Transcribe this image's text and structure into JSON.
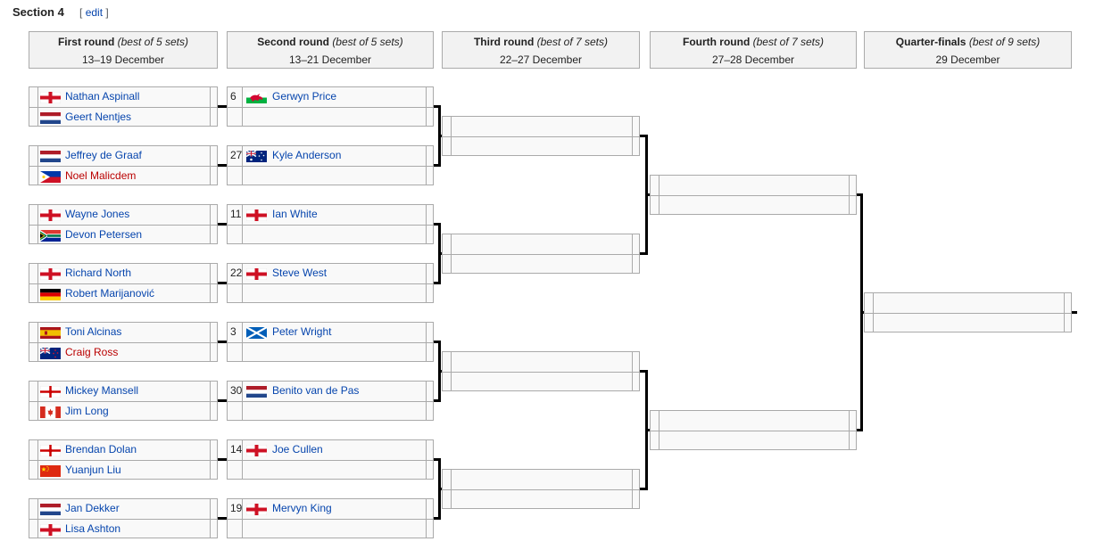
{
  "section": {
    "title": "Section 4",
    "edit_open": "[",
    "edit_label": "edit",
    "edit_close": "]"
  },
  "rounds": [
    {
      "name": "First round",
      "sets": "(best of 5 sets)",
      "dates": "13–19 December"
    },
    {
      "name": "Second round",
      "sets": "(best of 5 sets)",
      "dates": "13–21 December"
    },
    {
      "name": "Third round",
      "sets": "(best of 7 sets)",
      "dates": "22–27 December"
    },
    {
      "name": "Fourth round",
      "sets": "(best of 7 sets)",
      "dates": "27–28 December"
    },
    {
      "name": "Quarter-finals",
      "sets": "(best of 9 sets)",
      "dates": "29 December"
    }
  ],
  "first_round": [
    {
      "p1": {
        "name": "Nathan Aspinall",
        "flag": "england-flag",
        "link": "blue"
      },
      "p2": {
        "name": "Geert Nentjes",
        "flag": "netherlands-flag",
        "link": "blue"
      }
    },
    {
      "p1": {
        "name": "Jeffrey de Graaf",
        "flag": "netherlands-flag",
        "link": "blue"
      },
      "p2": {
        "name": "Noel Malicdem",
        "flag": "philippines-flag",
        "link": "red"
      }
    },
    {
      "p1": {
        "name": "Wayne Jones",
        "flag": "england-flag",
        "link": "blue"
      },
      "p2": {
        "name": "Devon Petersen",
        "flag": "south-africa-flag",
        "link": "blue"
      }
    },
    {
      "p1": {
        "name": "Richard North",
        "flag": "england-flag",
        "link": "blue"
      },
      "p2": {
        "name": "Robert Marijanović",
        "flag": "germany-flag",
        "link": "blue"
      }
    },
    {
      "p1": {
        "name": "Toni Alcinas",
        "flag": "spain-flag",
        "link": "blue"
      },
      "p2": {
        "name": "Craig Ross",
        "flag": "new-zealand-flag",
        "link": "red"
      }
    },
    {
      "p1": {
        "name": "Mickey Mansell",
        "flag": "northern-ireland-flag",
        "link": "blue"
      },
      "p2": {
        "name": "Jim Long",
        "flag": "canada-flag",
        "link": "blue"
      }
    },
    {
      "p1": {
        "name": "Brendan Dolan",
        "flag": "northern-ireland-flag",
        "link": "blue"
      },
      "p2": {
        "name": "Yuanjun Liu",
        "flag": "china-flag",
        "link": "blue"
      }
    },
    {
      "p1": {
        "name": "Jan Dekker",
        "flag": "netherlands-flag",
        "link": "blue"
      },
      "p2": {
        "name": "Lisa Ashton",
        "flag": "england-flag",
        "link": "blue"
      }
    }
  ],
  "second_round": [
    {
      "seed": "6",
      "name": "Gerwyn Price",
      "flag": "wales-flag",
      "link": "blue"
    },
    {
      "seed": "27",
      "name": "Kyle Anderson",
      "flag": "australia-flag",
      "link": "blue"
    },
    {
      "seed": "11",
      "name": "Ian White",
      "flag": "england-flag",
      "link": "blue"
    },
    {
      "seed": "22",
      "name": "Steve West",
      "flag": "england-flag",
      "link": "blue"
    },
    {
      "seed": "3",
      "name": "Peter Wright",
      "flag": "scotland-flag",
      "link": "blue"
    },
    {
      "seed": "30",
      "name": "Benito van de Pas",
      "flag": "netherlands-flag",
      "link": "blue"
    },
    {
      "seed": "14",
      "name": "Joe Cullen",
      "flag": "england-flag",
      "link": "blue"
    },
    {
      "seed": "19",
      "name": "Mervyn King",
      "flag": "england-flag",
      "link": "blue"
    }
  ]
}
